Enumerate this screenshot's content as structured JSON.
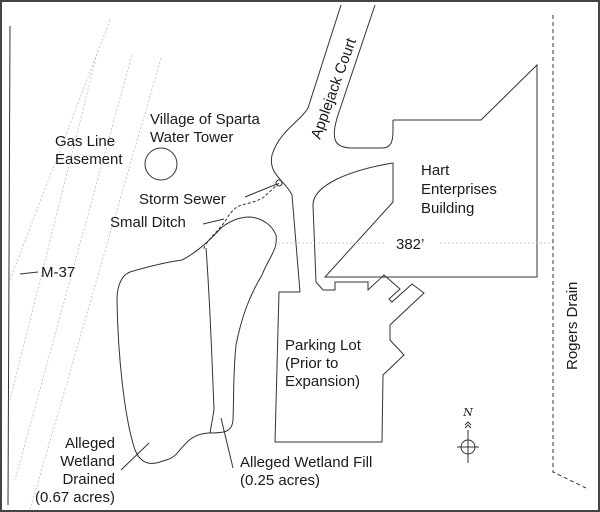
{
  "labels": {
    "water_tower": [
      "Village of Sparta",
      "Water Tower"
    ],
    "gas_line": [
      "Gas Line",
      "Easement"
    ],
    "storm_sewer": "Storm Sewer",
    "small_ditch": "Small Ditch",
    "road": "Applejack Court",
    "building": [
      "Hart",
      "Enterprises",
      "Building"
    ],
    "distance": "382’",
    "highway": "M-37",
    "parking": [
      "Parking Lot",
      "(Prior to",
      "Expansion)"
    ],
    "drained": [
      "Alleged",
      "Wetland",
      "Drained",
      "(0.67 acres)"
    ],
    "fill": [
      "Alleged Wetland Fill",
      "(0.25 acres)"
    ],
    "drain": "Rogers Drain",
    "north": "N"
  }
}
